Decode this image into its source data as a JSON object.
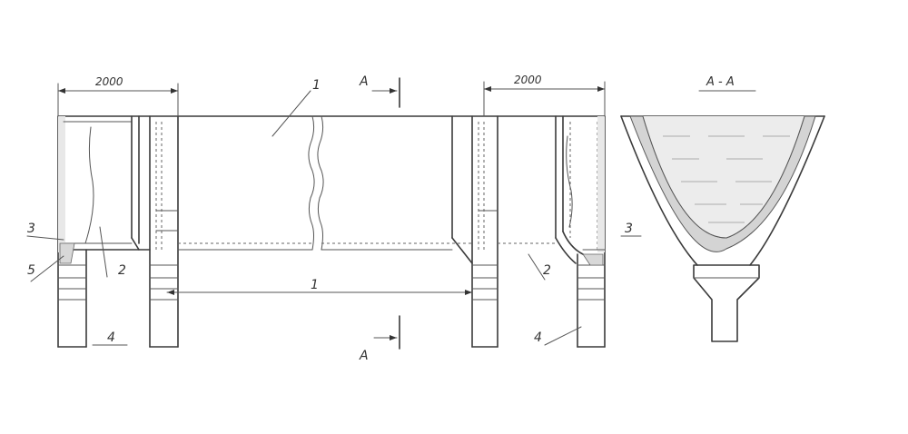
{
  "labels": {
    "tank": "1",
    "tank_bottom": "1",
    "partition_left": "2",
    "partition_right": "2",
    "level_left": "3",
    "level_right": "3",
    "pipe_left": "4",
    "pipe_right": "4",
    "corner_left": "5"
  },
  "dimensions": {
    "left_width": "2000",
    "right_width": "2000"
  },
  "section": {
    "marker_top": "A",
    "marker_bottom": "A",
    "title": "A - A"
  },
  "colors": {
    "ink": "#3a3a3a",
    "fill_light": "#e8e8e8"
  }
}
